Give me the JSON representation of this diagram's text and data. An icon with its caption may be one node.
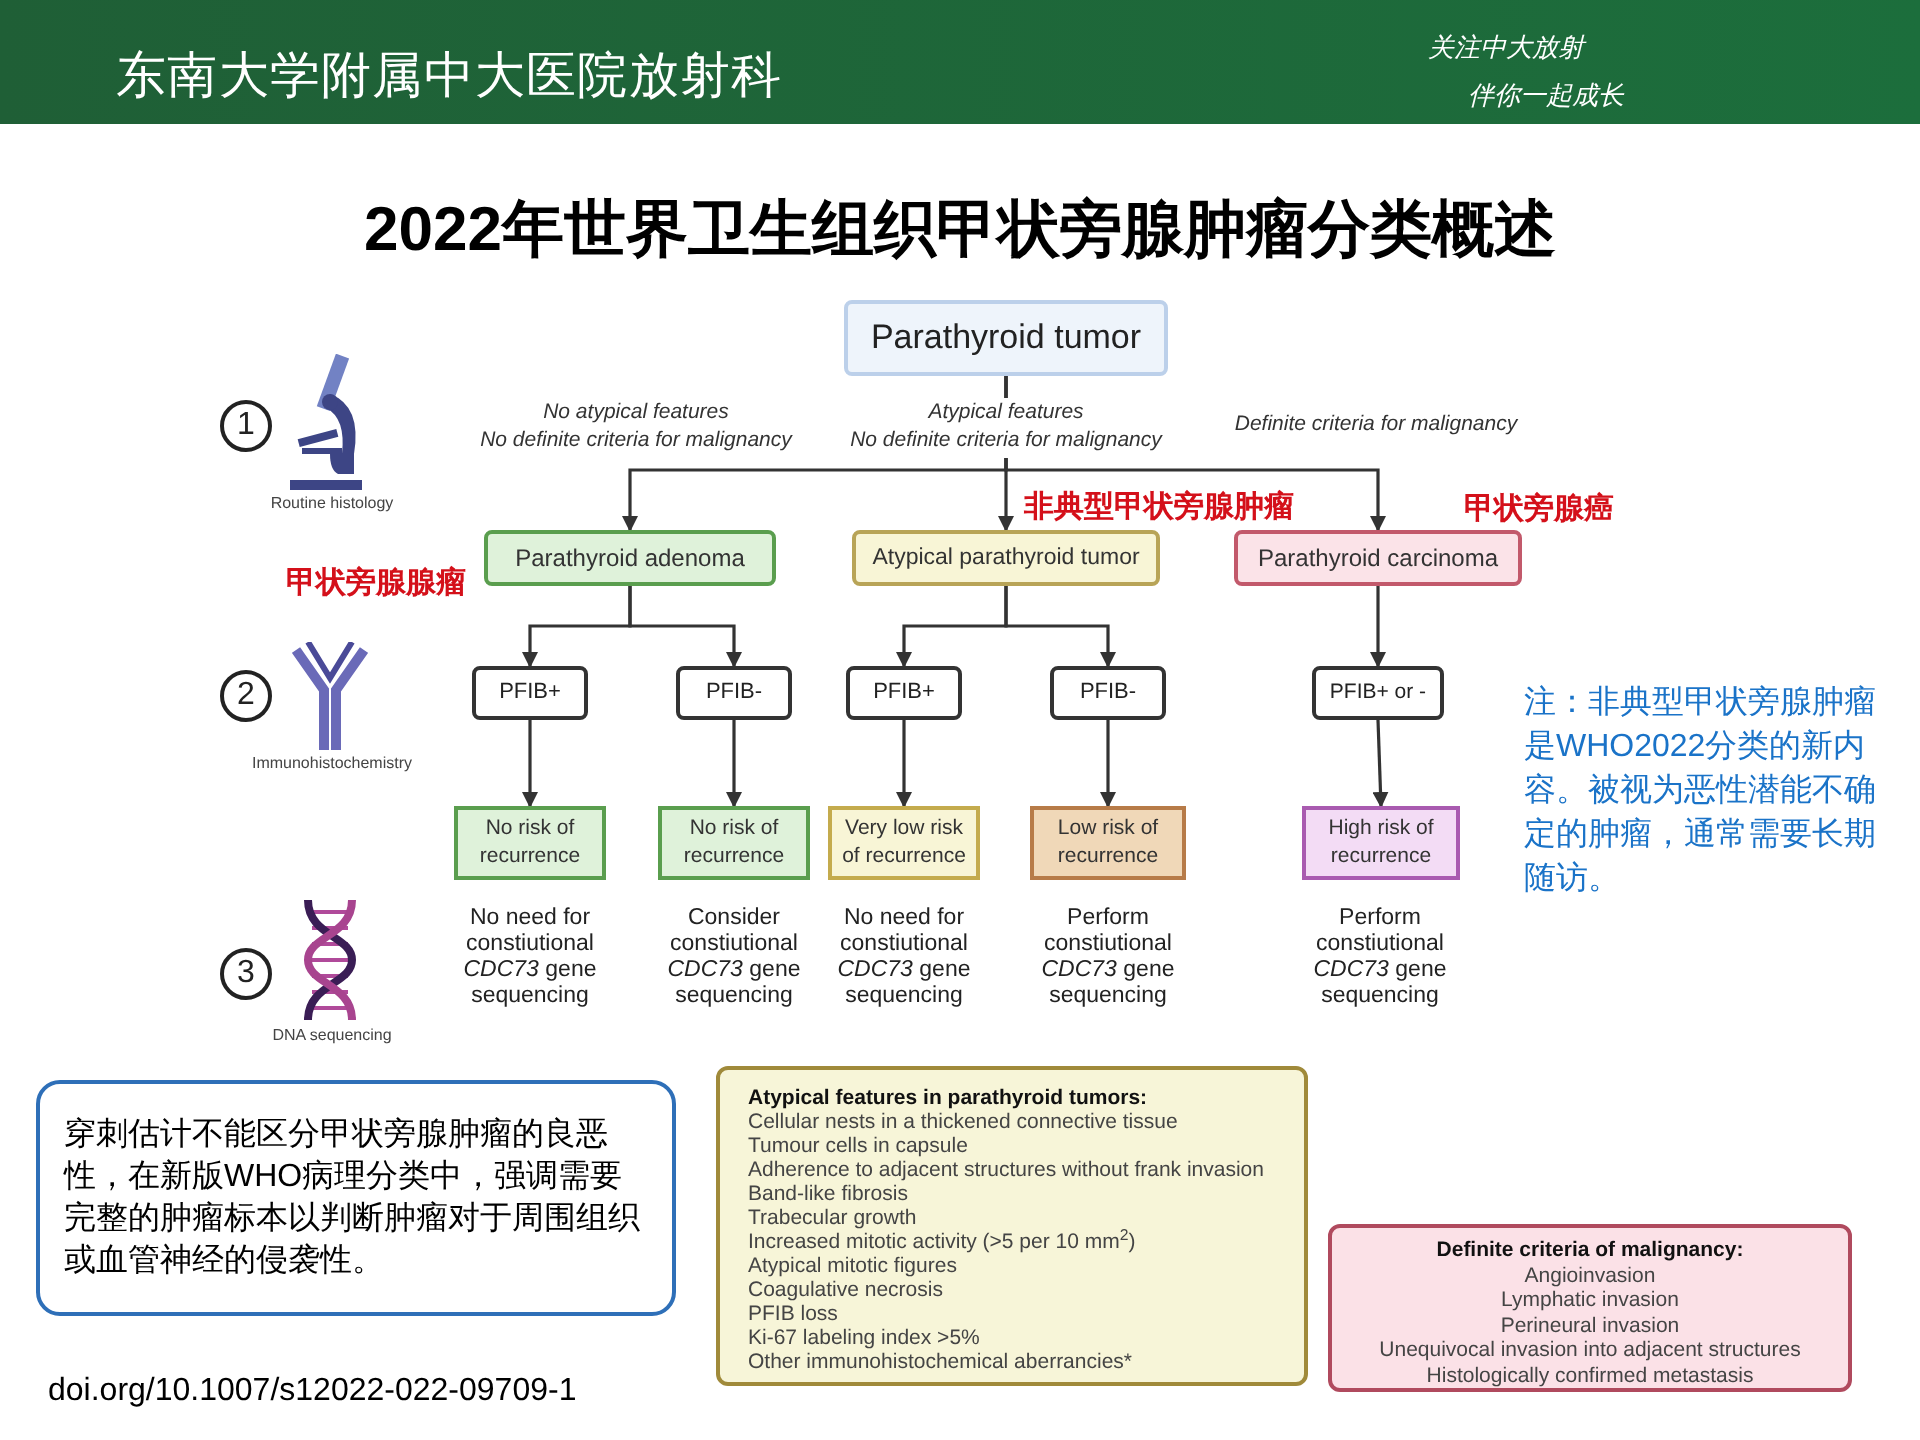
{
  "diagram": {
    "title": "2022年世界卫生组织甲状旁腺肿瘤分类概述",
    "nodes": [
      {
        "text": [
          "Parathyroid tumor"
        ]
      },
      {
        "text": [
          "Parathyroid adenoma"
        ],
        "beside": [
          "甲状旁腺腺瘤"
        ]
      },
      {
        "text": [
          "Atypical parathyroid tumor"
        ],
        "beside": [
          "非典型甲状旁腺肿瘤"
        ]
      },
      {
        "text": [
          "Parathyroid carcinoma"
        ],
        "beside": [
          "甲状旁腺癌"
        ]
      },
      {
        "text": [
          "PFIB+"
        ]
      },
      {
        "text": [
          "PFIB-"
        ]
      },
      {
        "text": [
          "PFIB+"
        ]
      },
      {
        "text": [
          "PFIB-"
        ]
      },
      {
        "text": [
          "PFIB+ or -"
        ]
      },
      {
        "text": [
          "No risk of recurrence"
        ]
      },
      {
        "text": [
          "No risk of recurrence"
        ]
      },
      {
        "text": [
          "Very low risk of recurrence"
        ]
      },
      {
        "text": [
          "Low risk of recurrence"
        ]
      },
      {
        "text": [
          "High risk of recurrence"
        ]
      },
      {
        "text": [
          "穿刺估计不能区分甲状旁腺肿瘤的良恶性，在新版WHO病理分类中，强调需要完整的肿瘤标本以判断肿瘤对于周围组织或血管神经的侵袭性。"
        ]
      },
      {
        "text": [
          "Atypical features in parathyroid tumors:",
          "Cellular nests in a thickened connective tissue",
          "Tumour cells in capsule",
          "Adherence to adjacent structures without frank invasion",
          "Band-like fibrosis",
          "Trabecular growth",
          "Increased mitotic activity (>5 per 10 mm$^{2}$)",
          "Atypical mitotic figures",
          "Coagulative necrosis",
          "PFIB loss",
          "Ki-67 labeling index >5%",
          "Other immunohistochemical aberrancies*"
        ]
      },
      {
        "text": [
          "Definite criteria of malignancy:",
          "Angioinvasion",
          "Lymphatic invasion",
          "Perineural invasion",
          "Unequivocal invasion into adjacent structures",
          "Histologically confirmed metastasis"
        ]
      }
    ],
    "edges": [
      {
        "from": 0,
        "to": 1,
        "arrow": "to"
      },
      {
        "from": 0,
        "to": 2,
        "arrow": "to"
      },
      {
        "from": 0,
        "to": 3,
        "arrow": "to"
      },
      {
        "from": 1,
        "to": 4,
        "arrow": "to"
      },
      {
        "from": 1,
        "to": 5,
        "arrow": "to"
      },
      {
        "from": 2,
        "to": 6,
        "arrow": "to"
      },
      {
        "from": 2,
        "to": 7,
        "arrow": "to"
      },
      {
        "from": 3,
        "to": 8,
        "arrow": "to"
      },
      {
        "from": 4,
        "to": 9,
        "arrow": "to"
      },
      {
        "from": 5,
        "to": 10,
        "arrow": "to"
      },
      {
        "from": 6,
        "to": 11,
        "arrow": "to"
      },
      {
        "from": 7,
        "to": 12,
        "arrow": "to"
      },
      {
        "from": 8,
        "to": 13,
        "arrow": "to"
      }
    ],
    "labels": [
      "东南大学附属中大医院放射科",
      "关注中大放射",
      "伴你一起成长",
      "1",
      "Routine histology",
      "No atypical features",
      "No definite criteria for malignancy",
      "Atypical features",
      "No definite criteria for malignancy",
      "Definite criteria for malignancy",
      "2",
      "Immunohistochemistry",
      "注：非典型甲状旁腺肿瘤是WHO2022分类的新内容。被视为恶性潜能不确定的肿瘤，通常需要长期随访。",
      "3",
      "DNA sequencing",
      "No need for constiutional *CDC73* gene sequencing",
      "Consider constiutional *CDC73* gene sequencing",
      "No need for constiutional *CDC73* gene sequencing",
      "Perform constiutional *CDC73* gene sequencing",
      "Perform constiutional *CDC73* gene sequencing",
      "doi.org/10.1007/s12022-022-09709-1"
    ]
  }
}
